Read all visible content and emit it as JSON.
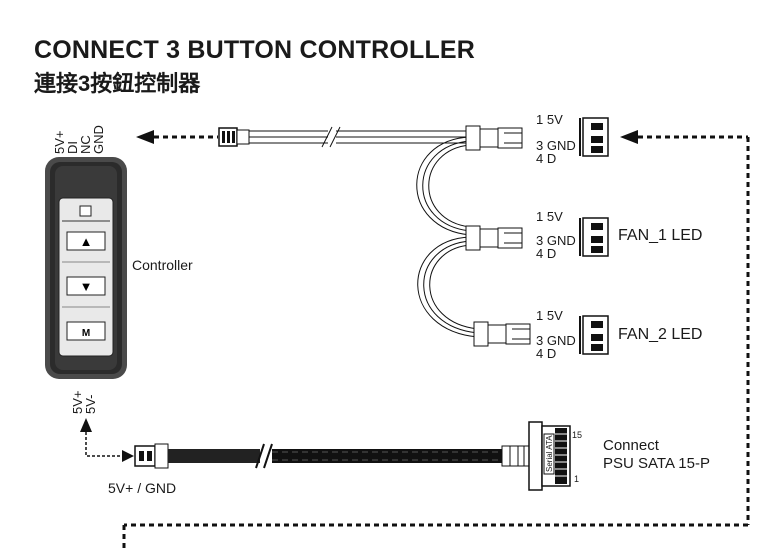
{
  "title": {
    "english": "CONNECT 3 BUTTON CONTROLLER",
    "chinese": "連接3按鈕控制器"
  },
  "controller": {
    "label": "Controller",
    "top_pins": [
      "5V+",
      "DI",
      "NC",
      "GND"
    ],
    "bottom_pins": [
      "5V+",
      "5V-"
    ],
    "buttons": [
      "▲",
      "▼",
      "M"
    ],
    "power_connector_label": "5V+ / GND"
  },
  "hub_connectors": [
    {
      "pins": [
        "1 5V",
        "3 GND",
        "4 D"
      ],
      "target": ""
    },
    {
      "pins": [
        "1 5V",
        "3 GND",
        "4 D"
      ],
      "target": "FAN_1 LED"
    },
    {
      "pins": [
        "1 5V",
        "3 GND",
        "4 D"
      ],
      "target": "FAN_2 LED"
    }
  ],
  "sata": {
    "label_line1": "Connect",
    "label_line2": "PSU SATA 15-P",
    "pin_top": "15",
    "pin_bottom": "1",
    "connector_text": "Serial ATA"
  }
}
